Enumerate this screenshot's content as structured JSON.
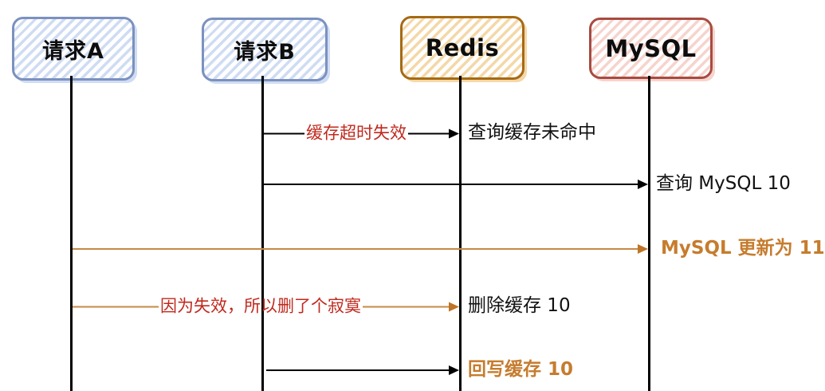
{
  "diagram": {
    "type": "sequence-diagram",
    "actors": [
      {
        "name": "请求A",
        "theme": "blue"
      },
      {
        "name": "请求B",
        "theme": "blue"
      },
      {
        "name": "Redis",
        "theme": "orange"
      },
      {
        "name": "MySQL",
        "theme": "red"
      }
    ],
    "messages": [
      {
        "from": "请求B",
        "to": "Redis",
        "label": "缓存超时失效",
        "note": "查询缓存未命中"
      },
      {
        "from": "请求B",
        "to": "MySQL",
        "label": "",
        "note": "查询 MySQL 10"
      },
      {
        "from": "请求A",
        "to": "MySQL",
        "label": "",
        "note": "MySQL 更新为 11"
      },
      {
        "from": "请求A",
        "to": "Redis",
        "label": "因为失效，所以删了个寂寞",
        "note": "删除缓存 10"
      },
      {
        "from": "请求B",
        "to": "Redis",
        "label": "",
        "note": "回写缓存 10"
      }
    ],
    "colors": {
      "blue_border": "#7b91bf",
      "blue_fill": "#cfdcf3",
      "redis_border": "#a66a14",
      "redis_fill": "#f4d8a8",
      "mysql_border": "#a84b41",
      "mysql_fill": "#f6d4cd",
      "red_label": "#c0291e",
      "orange_text": "#c67c2e",
      "orange_line": "#c68a44",
      "black": "#000000"
    }
  }
}
